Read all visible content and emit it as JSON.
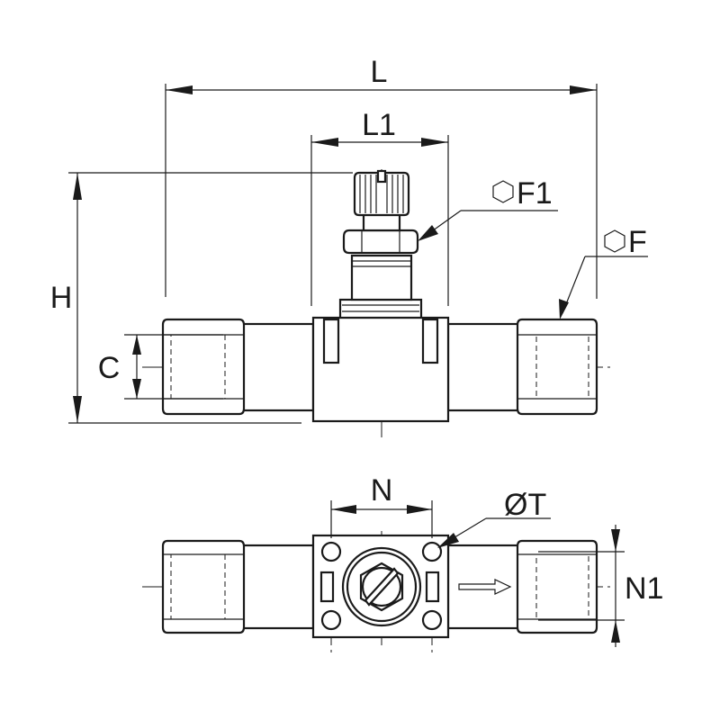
{
  "labels": {
    "L": "L",
    "L1": "L1",
    "F1": "F1",
    "F": "F",
    "H": "H",
    "C": "C",
    "N": "N",
    "T": "ØT",
    "N1": "N1"
  },
  "icons": {
    "hexagon": "hexagon-icon",
    "flow_arrow": "flow-arrow-icon"
  },
  "colors": {
    "line": "#1a1a1a",
    "background": "#ffffff"
  }
}
